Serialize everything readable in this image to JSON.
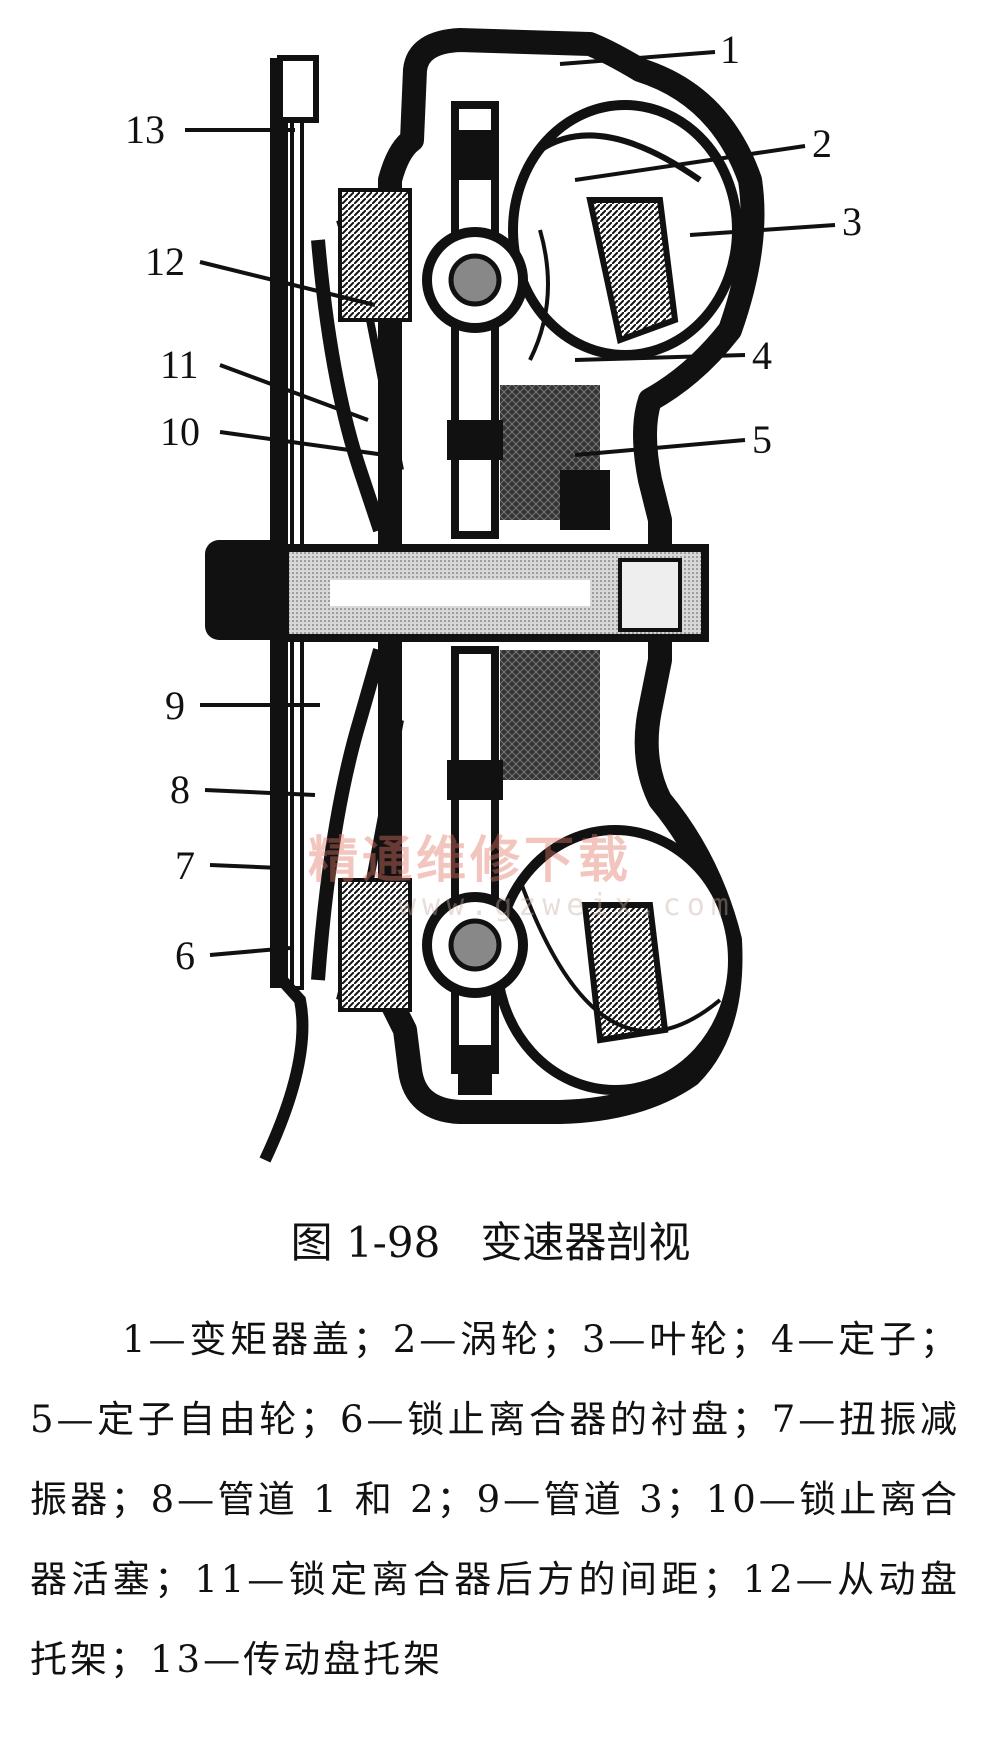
{
  "figure": {
    "callouts": [
      {
        "id": "1",
        "label": "1"
      },
      {
        "id": "2",
        "label": "2"
      },
      {
        "id": "3",
        "label": "3"
      },
      {
        "id": "4",
        "label": "4"
      },
      {
        "id": "5",
        "label": "5"
      },
      {
        "id": "6",
        "label": "6"
      },
      {
        "id": "7",
        "label": "7"
      },
      {
        "id": "8",
        "label": "8"
      },
      {
        "id": "9",
        "label": "9"
      },
      {
        "id": "10",
        "label": "10"
      },
      {
        "id": "11",
        "label": "11"
      },
      {
        "id": "12",
        "label": "12"
      },
      {
        "id": "13",
        "label": "13"
      }
    ],
    "watermark": {
      "text": "精通维修下载",
      "url": "www.gzweix.com"
    }
  },
  "caption": {
    "number": "图 1-98",
    "title": "变速器剖视"
  },
  "legend": "1—变矩器盖；2—涡轮；3—叶轮；4—定子；5—定子自由轮；6—锁止离合器的衬盘；7—扭振减振器；8—管道 1 和 2；9—管道 3；10—锁止离合器活塞；11—锁定离合器后方的间距；12—从动盘托架；13—传动盘托架"
}
